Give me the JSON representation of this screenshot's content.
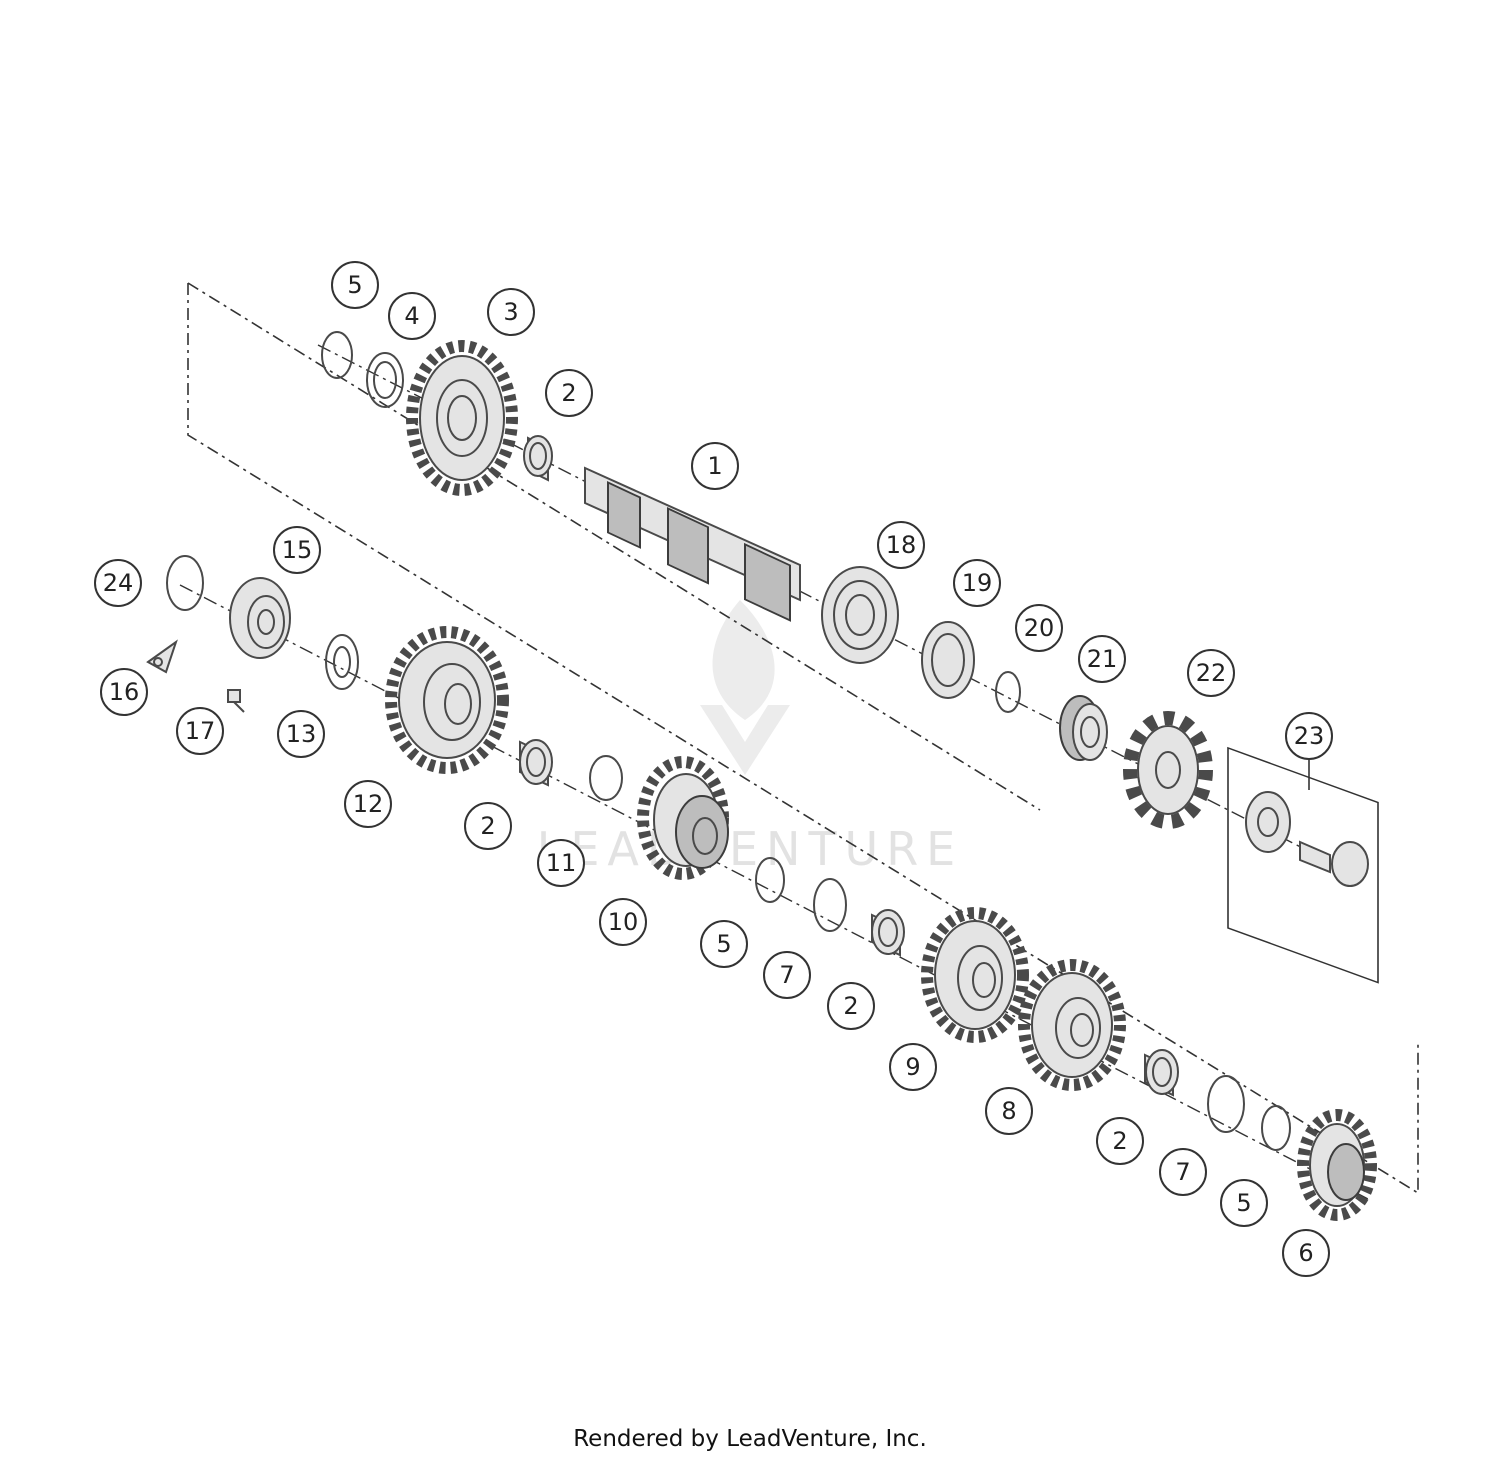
{
  "footer": {
    "text": "Rendered by LeadVenture, Inc."
  },
  "watermark": {
    "text": "LEADVENTURE",
    "color": "#dcdcdc"
  },
  "callouts": [
    {
      "id": "c1",
      "label": "1"
    },
    {
      "id": "c2a",
      "label": "2"
    },
    {
      "id": "c2b",
      "label": "2"
    },
    {
      "id": "c2c",
      "label": "2"
    },
    {
      "id": "c2d",
      "label": "2"
    },
    {
      "id": "c3",
      "label": "3"
    },
    {
      "id": "c4",
      "label": "4"
    },
    {
      "id": "c5a",
      "label": "5"
    },
    {
      "id": "c5b",
      "label": "5"
    },
    {
      "id": "c5c",
      "label": "5"
    },
    {
      "id": "c6",
      "label": "6"
    },
    {
      "id": "c7a",
      "label": "7"
    },
    {
      "id": "c7b",
      "label": "7"
    },
    {
      "id": "c8",
      "label": "8"
    },
    {
      "id": "c9",
      "label": "9"
    },
    {
      "id": "c10",
      "label": "10"
    },
    {
      "id": "c11",
      "label": "11"
    },
    {
      "id": "c12",
      "label": "12"
    },
    {
      "id": "c13",
      "label": "13"
    },
    {
      "id": "c15",
      "label": "15"
    },
    {
      "id": "c16",
      "label": "16"
    },
    {
      "id": "c17",
      "label": "17"
    },
    {
      "id": "c18",
      "label": "18"
    },
    {
      "id": "c19",
      "label": "19"
    },
    {
      "id": "c20",
      "label": "20"
    },
    {
      "id": "c21",
      "label": "21"
    },
    {
      "id": "c22",
      "label": "22"
    },
    {
      "id": "c23",
      "label": "23"
    },
    {
      "id": "c24",
      "label": "24"
    }
  ]
}
